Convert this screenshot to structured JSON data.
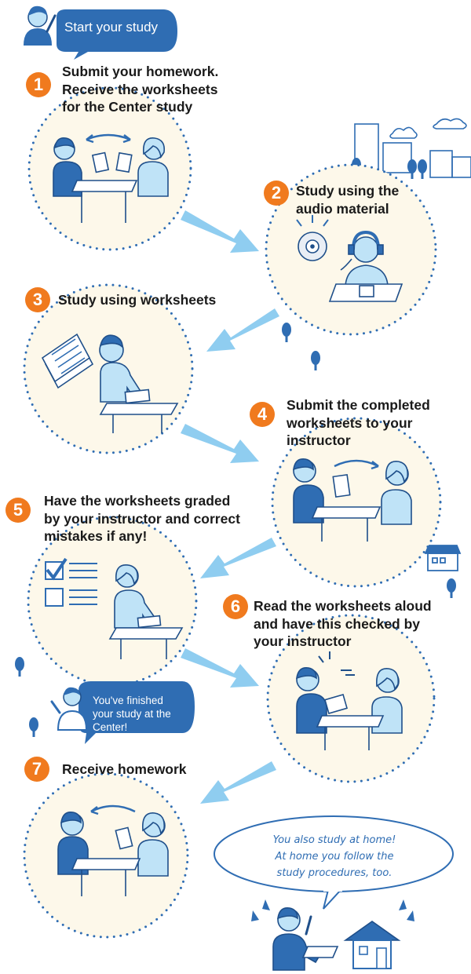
{
  "start": {
    "label": "Start your study"
  },
  "steps": [
    {
      "number": "1",
      "lines": [
        "Submit your homework.",
        "Receive the worksheets",
        "for the Center study"
      ]
    },
    {
      "number": "2",
      "lines": [
        "Study using the",
        "audio material"
      ]
    },
    {
      "number": "3",
      "lines": [
        "Study using worksheets"
      ]
    },
    {
      "number": "4",
      "lines": [
        "Submit the completed",
        "worksheets to your",
        "instructor"
      ]
    },
    {
      "number": "5",
      "lines": [
        "Have the worksheets graded",
        "by your instructor and correct",
        "mistakes if any!"
      ]
    },
    {
      "number": "6",
      "lines": [
        "Read the worksheets aloud",
        "and have this checked by",
        "your instructor"
      ]
    },
    {
      "number": "7",
      "lines": [
        "Receive homework"
      ]
    }
  ],
  "finish": {
    "lines": [
      "You've finished",
      "your study at the",
      "Center!"
    ]
  },
  "home_note": {
    "lines": [
      "You also study at home!",
      "At home you follow the",
      "study procedures, too."
    ]
  },
  "colors": {
    "accent_orange": "#f07a1e",
    "brand_blue": "#2f6db3",
    "arrow_blue": "#8fcdf0",
    "circle_fill": "#fdf8ea"
  }
}
